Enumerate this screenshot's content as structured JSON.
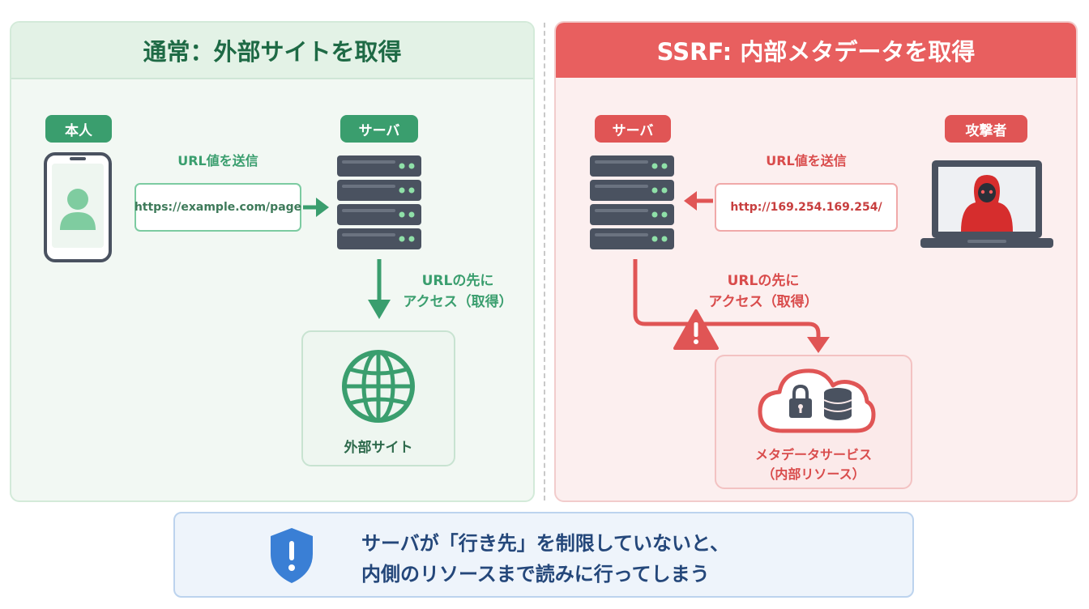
{
  "left": {
    "title": "通常：外部サイトを取得",
    "person_tag": "本人",
    "server_tag": "サーバ",
    "send_label": "URL値を送信",
    "url_value": "https://example.com/page",
    "access_label_1": "URLの先に",
    "access_label_2": "アクセス（取得）",
    "external_site_label": "外部サイト"
  },
  "right": {
    "title": "SSRF: 内部メタデータを取得",
    "server_tag": "サーバ",
    "attacker_tag": "攻撃者",
    "send_label": "URL値を送信",
    "url_value": "http://169.254.169.254/",
    "access_label_1": "URLの先に",
    "access_label_2": "アクセス（取得）",
    "metadata_label_1": "メタデータサービス",
    "metadata_label_2": "（内部リソース）"
  },
  "bottom": {
    "line1": "サーバが「行き先」を制限していないと、",
    "line2": "内側のリソースまで読みに行ってしまう"
  },
  "colors": {
    "green": "#3a9e6e",
    "red": "#e05555",
    "blue": "#3a7fd5"
  }
}
